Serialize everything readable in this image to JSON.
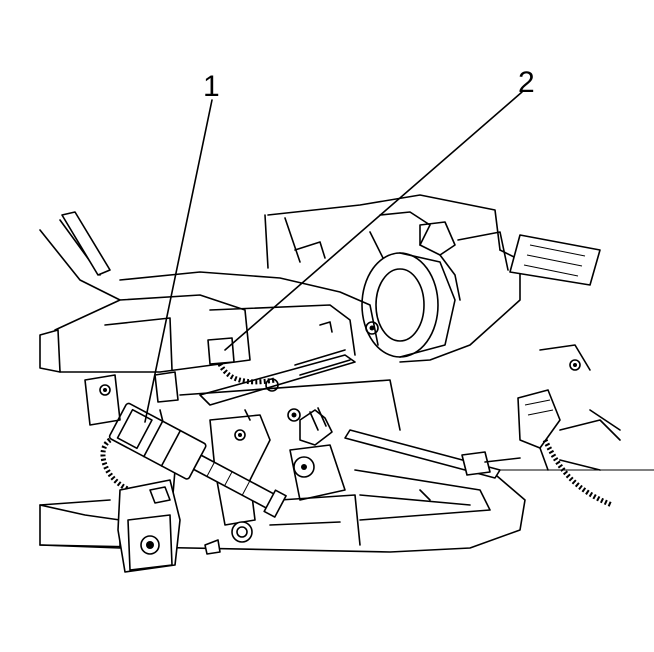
{
  "callouts": [
    {
      "label": "1"
    },
    {
      "label": "2"
    }
  ],
  "icons": [
    "leader-line"
  ],
  "colors": {
    "ink": "#000000",
    "paper": "#ffffff"
  }
}
